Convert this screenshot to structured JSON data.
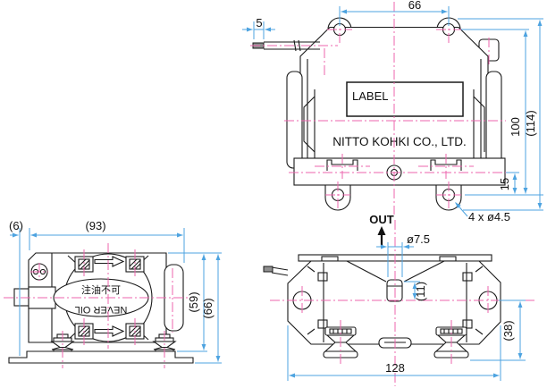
{
  "drawing": {
    "type": "engineering-dimension-drawing",
    "company_text": "NITTO KOHKI CO., LTD.",
    "label_placeholder": "LABEL",
    "colors": {
      "object_line": "#1a1a1a",
      "dimension_line": "#4da3e0",
      "center_line": "#ec66ae",
      "wire_end": "#8f8f8f"
    },
    "front_view": {
      "dims": {
        "mount_hole_spacing": "66",
        "lead_strip_length": "5",
        "hole_center_height": "100",
        "overall_height": "(114)",
        "foot_hole_offset": "15",
        "mounting_holes_note": "4 x ø4.5"
      }
    },
    "side_view": {
      "dims": {
        "plate_overhang": "(6)",
        "body_depth": "(93)",
        "body_height": "(59)",
        "overall_height": "(66)"
      },
      "labels": {
        "no_oil_jp": "注油不可",
        "no_oil_en": "NEVER OIL"
      }
    },
    "top_view": {
      "dims": {
        "outlet_flow": "OUT",
        "outlet_diameter": "ø7.5",
        "port_height": "(11)",
        "center_to_edge": "(38)",
        "overall_width": "128"
      }
    }
  }
}
